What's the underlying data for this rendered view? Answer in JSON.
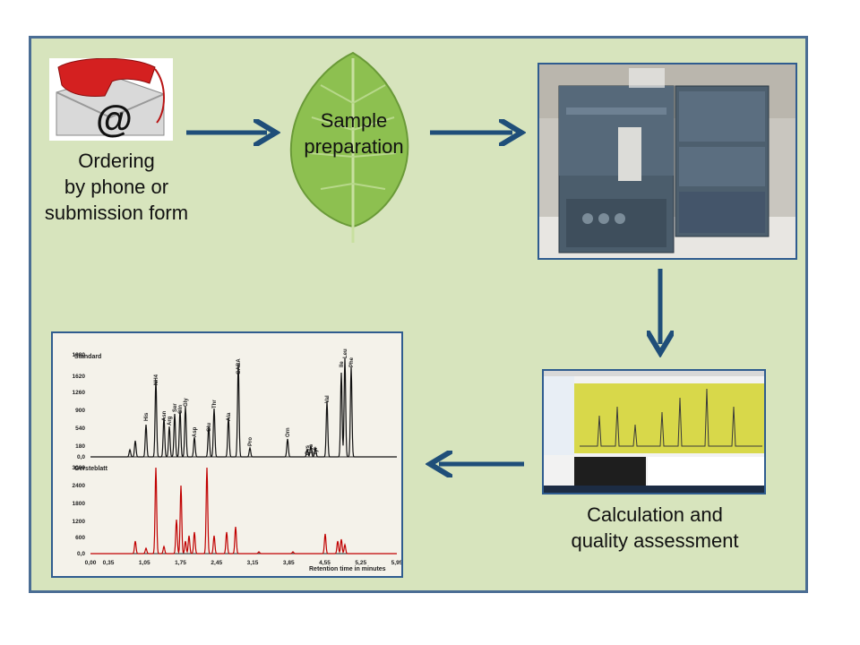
{
  "steps": {
    "ordering": [
      "Ordering",
      "by phone or",
      "submission form"
    ],
    "sample": [
      "Sample",
      "preparation"
    ],
    "calculation": [
      "Calculation and",
      "quality assessment"
    ]
  },
  "ordering_icon_text": "@",
  "colors": {
    "background": "#d7e4bd",
    "border": "#4a6d94",
    "arrow": "#1f4e79",
    "standard_trace": "#111111",
    "sample_trace": "#c00000"
  },
  "chart_data": [
    {
      "type": "line",
      "series_label": "Standard",
      "y_ticks": [
        "1980",
        "1620",
        "1260",
        "900",
        "540",
        "180",
        "0,0"
      ],
      "peak_labels": [
        "His",
        "NH4",
        "Asn",
        "Arg",
        "Ser",
        "Gln",
        "Gly",
        "Asp",
        "Glu",
        "Thr",
        "Ala",
        "GABA",
        "Pro",
        "Orn",
        "Cys",
        "Lys",
        "Tyr",
        "Val",
        "Ile",
        "Leu",
        "Phe"
      ],
      "color": "#111111"
    },
    {
      "type": "line",
      "series_label": "Gersteblatt",
      "y_ticks": [
        "3000",
        "2400",
        "1800",
        "1200",
        "600",
        "0,0"
      ],
      "x_ticks": [
        "0,00",
        "0,35",
        "1,05",
        "1,75",
        "2,45",
        "3,15",
        "3,85",
        "4,55",
        "5,25",
        "5,95"
      ],
      "xlabel": "Retention time in minutes",
      "color": "#c00000"
    }
  ]
}
